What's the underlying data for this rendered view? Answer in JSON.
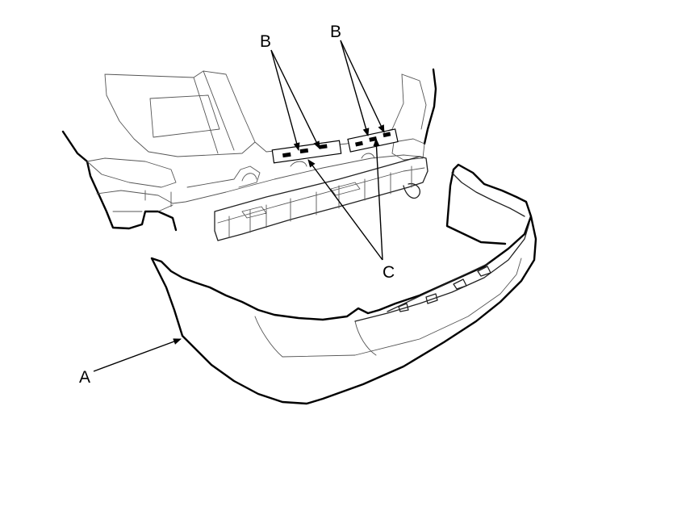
{
  "callouts": {
    "a": "A",
    "b_left": "B",
    "b_right": "B",
    "c": "C"
  },
  "colors": {
    "line": "#000000",
    "detail_line": "#555555",
    "background": "#ffffff"
  }
}
